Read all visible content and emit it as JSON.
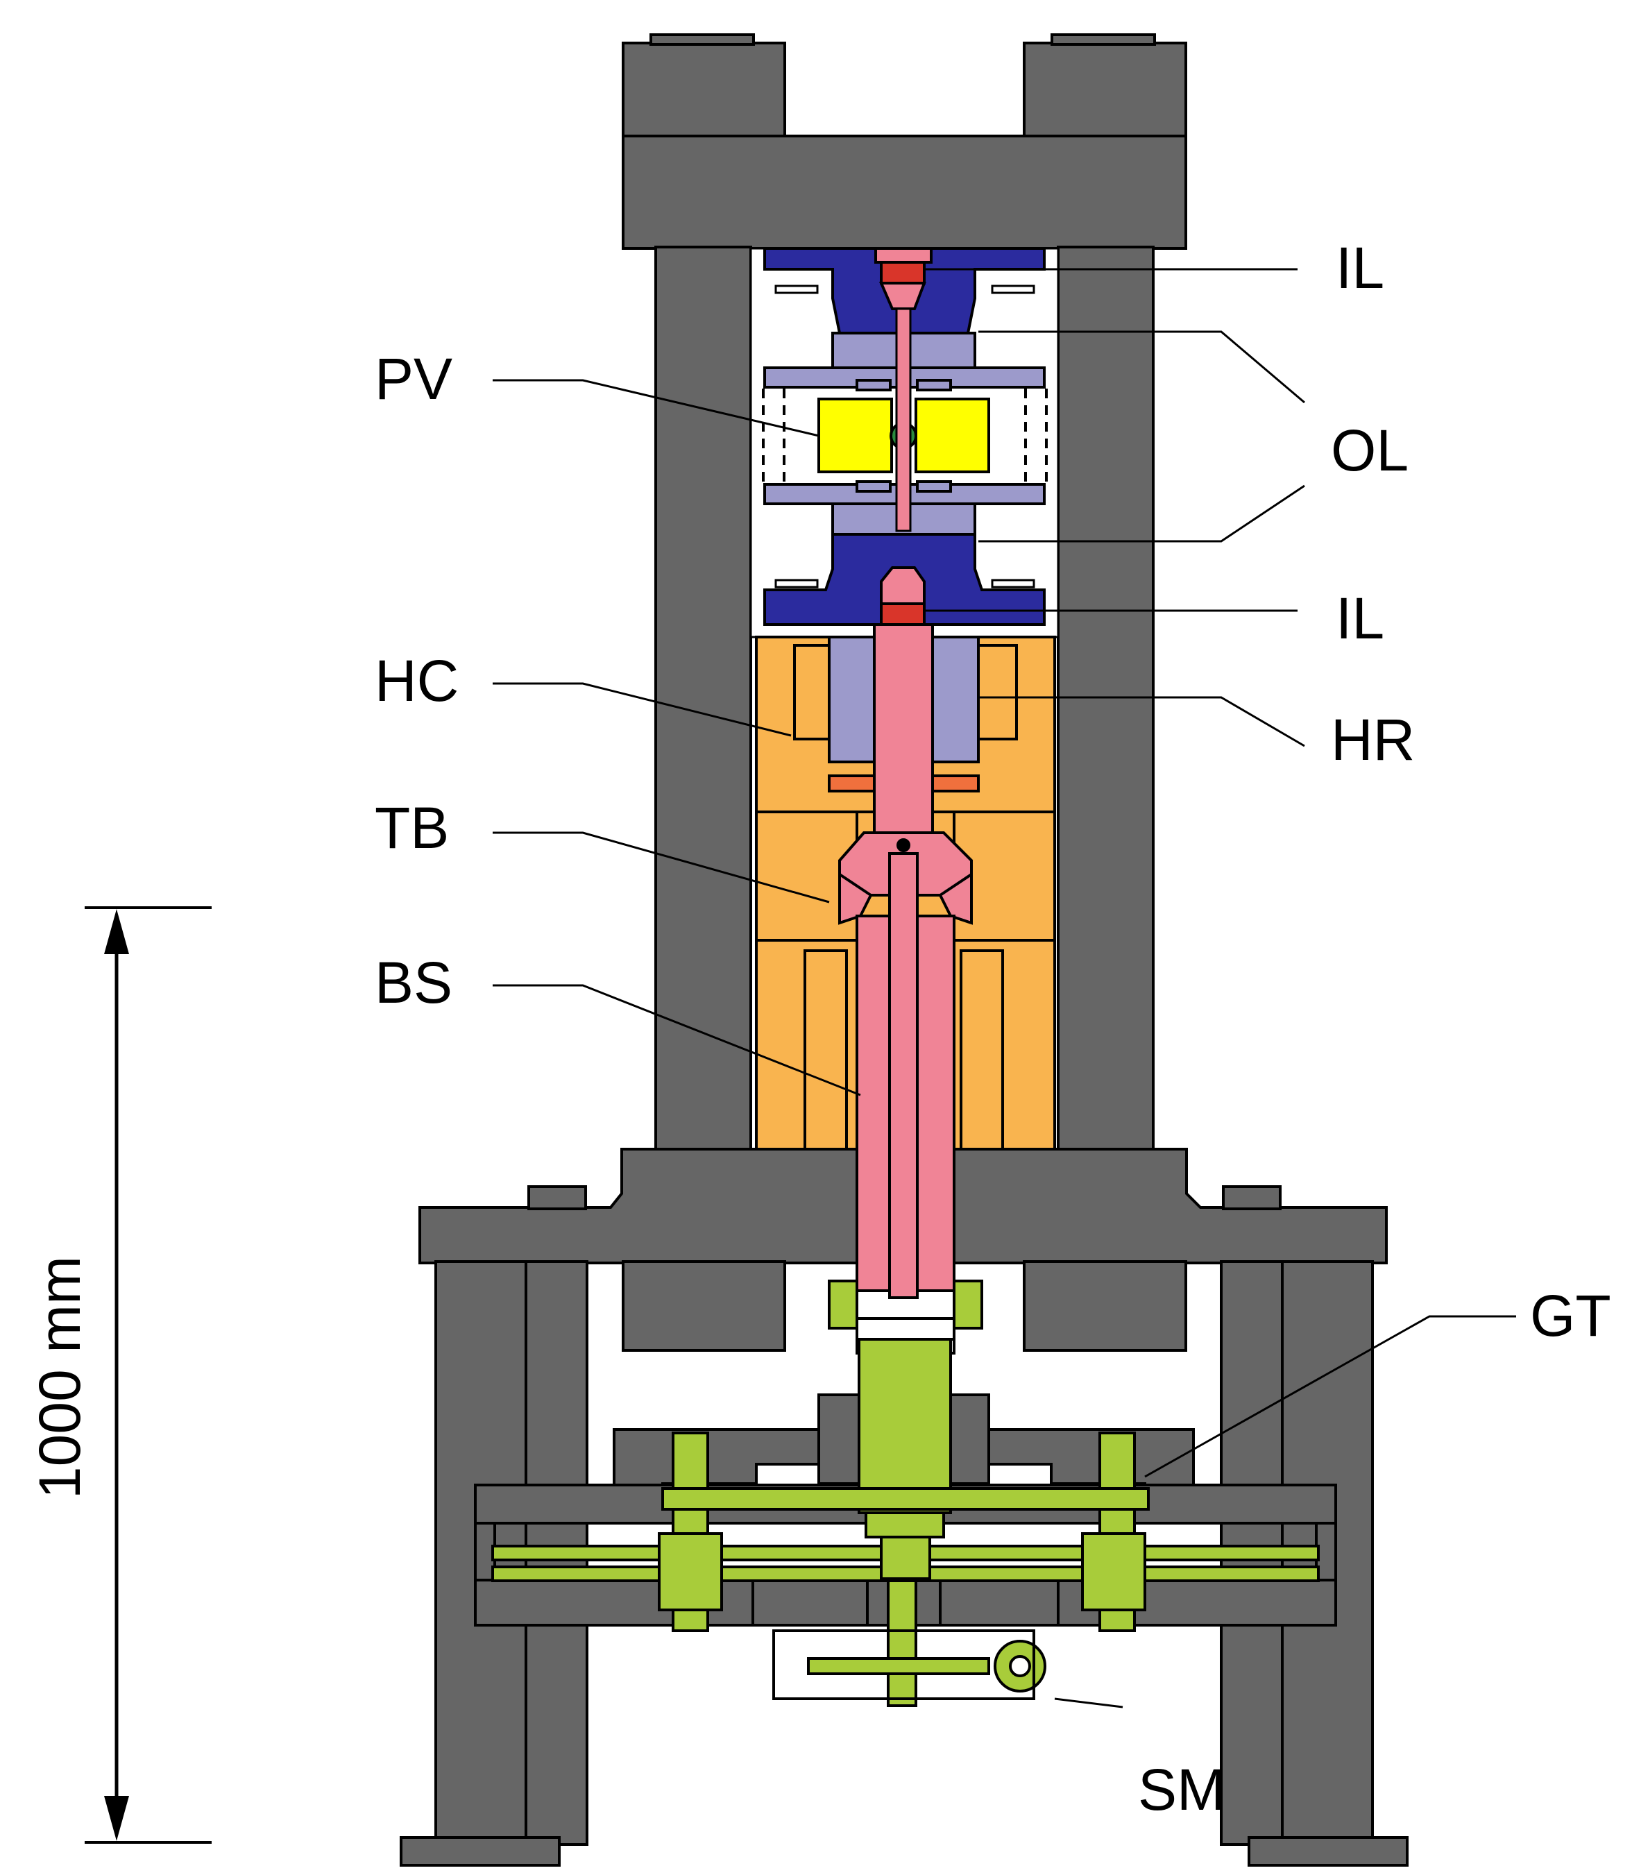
{
  "labels": {
    "il_top": "IL",
    "ol": "OL",
    "il_bottom": "IL",
    "hr": "HR",
    "pv": "PV",
    "hc": "HC",
    "tb": "TB",
    "bs": "BS",
    "gt": "GT",
    "sm": "SM"
  },
  "dimension": {
    "text": "1000 mm"
  },
  "colors": {
    "frame": "#666666",
    "inner_lid": "#2b2b9e",
    "outer_lid": "#9c9acb",
    "pressure_vessel": "#ffff00",
    "piston": "#f08496",
    "piston_tip": "#d9352a",
    "housing": "#f9b44f",
    "housing_spacer": "#f0703d",
    "gear_train": "#a8cc3a"
  }
}
